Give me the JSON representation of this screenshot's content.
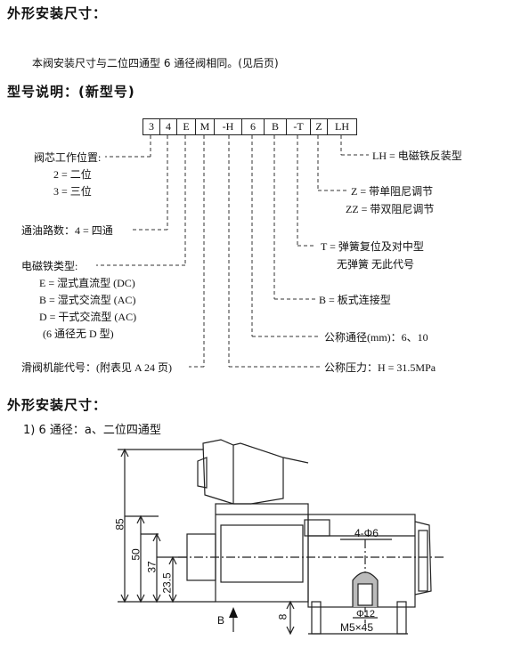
{
  "heading_top": "外形安装尺寸：",
  "intro_note": "本阀安装尺寸与二位四通型 6 通径阀相同。(见后页)",
  "model_heading": "型号说明：(新型号)",
  "code_boxes": [
    "3",
    "4",
    "E",
    "M",
    "-H",
    "6",
    "B",
    "-T",
    "Z",
    "LH"
  ],
  "labels": {
    "spool_title": "阀芯工作位置:",
    "spool_2": "2 = 二位",
    "spool_3": "3 = 三位",
    "ways": "通油路数：4 = 四通",
    "solenoid_title": "电磁铁类型:",
    "sol_e": "E = 湿式直流型 (DC)",
    "sol_b": "B = 湿式交流型 (AC)",
    "sol_d": "D = 干式交流型 (AC)",
    "sol_note": "(6 通径无 D 型)",
    "function": "滑阀机能代号：(附表见 A 24 页)",
    "lh": "LH = 电磁铁反装型",
    "z": "Z = 带单阻尼调节",
    "zz": "ZZ = 带双阻尼调节",
    "t": "T = 弹簧复位及对中型",
    "t_none": "无弹簧 无此代号",
    "b_plate": "B = 板式连接型",
    "size": "公称通径(mm)：6、10",
    "pressure": "公称压力：H = 31.5MPa"
  },
  "heading_bottom": "外形安装尺寸：",
  "subheading": "1) 6 通径：a、二位四通型",
  "drawing": {
    "dim_85": "85",
    "dim_50": "50",
    "dim_37": "37",
    "dim_23_5": "23.5",
    "dim_8": "8",
    "holes": "4-Φ6",
    "phi12": "Φ12",
    "bolts": "M5×45",
    "view_b": "B"
  }
}
